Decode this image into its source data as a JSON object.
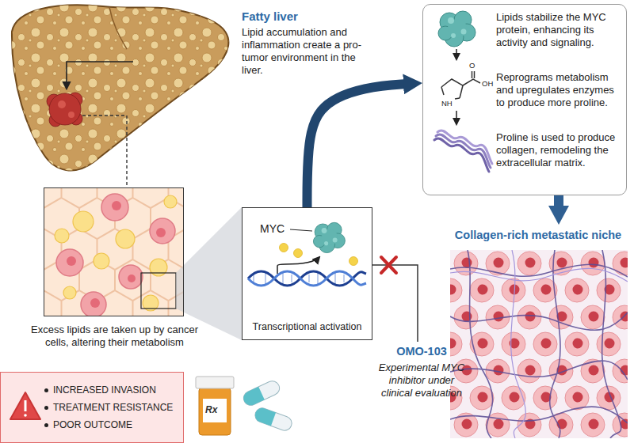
{
  "diagram": {
    "nodes": [
      {
        "text": [
          "Lipids stabilize the MYC protein, enhancing its activity and signaling.",
          "Reprograms metabolism and upregulates enzymes to produce more proline.",
          "Proline is used to produce collagen, remodeling the extracellular matrix."
        ]
      },
      {
        "text": [
          "Excess lipids are taken up by cancer cells, altering their metabolism"
        ]
      },
      {
        "text": [
          "MYC",
          "Transcriptional activation"
        ]
      },
      {
        "text": [
          "Collagen-rich metastatic niche"
        ]
      },
      {
        "text": [
          "INCREASED INVASION",
          "TREATMENT RESISTANCE",
          "POOR OUTCOME"
        ]
      }
    ],
    "edges": [
      {
        "from": 2,
        "to": 0,
        "arrow": "to"
      },
      {
        "from": 0,
        "to": 3,
        "arrow": "to"
      }
    ],
    "labels": [
      "Fatty liver",
      "Lipid accumulation and inflammation create a pro-tumor environment in the liver.",
      "O",
      "OH",
      "NH",
      "OMO-103",
      "Experimental MYC inhibitor under clinical evaluation",
      "Rx"
    ]
  }
}
